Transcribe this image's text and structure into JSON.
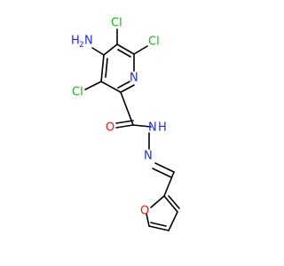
{
  "colors": {
    "background": "#ffffff",
    "bond": "#000000",
    "chlorine": "#1fae1f",
    "nitrogen": "#1f2fd6",
    "oxygen": "#e01b1b"
  },
  "atoms": {
    "amino_h": "H",
    "amino_h_count": "2",
    "amino_n": "N",
    "cl_top": "Cl",
    "cl_right": "Cl",
    "cl_left": "Cl",
    "ring_n": "N",
    "carbonyl_o": "O",
    "nh_n": "N",
    "nh_h": "H",
    "imine_n": "N",
    "furan_o": "O"
  }
}
